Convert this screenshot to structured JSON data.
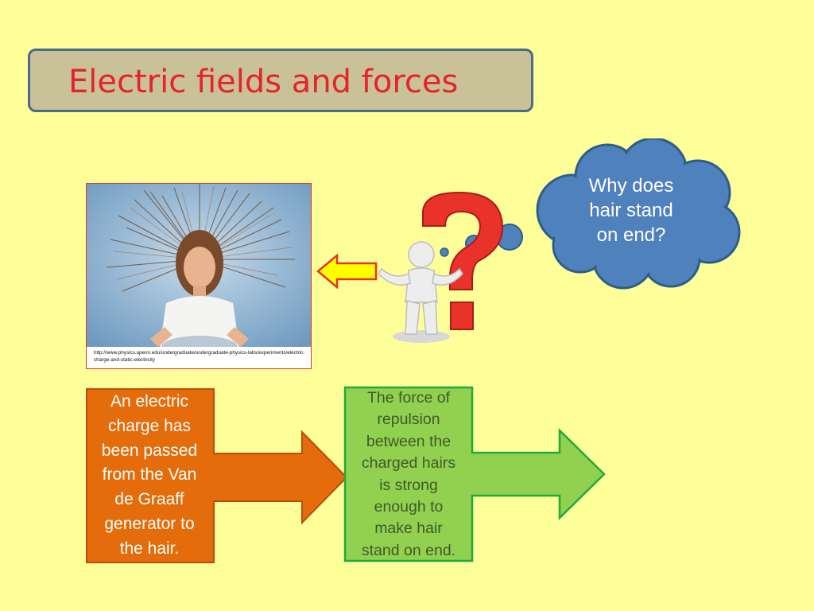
{
  "slide": {
    "title": "Electric fields and forces"
  },
  "photo": {
    "subject": "girl with hair standing on end touching Van de Graaff generator",
    "caption": "http://www.physics.upenn.edu/undergraduate/undergraduate-physics-labs/experiments/electric-charge-and-static-electricity"
  },
  "thought_bubble": {
    "lines": [
      "Why does",
      "hair stand",
      "on end?"
    ],
    "color": "#4F81BD"
  },
  "figure": {
    "icon": "question-mark-person-icon",
    "question_mark_color": "#E8322A"
  },
  "pointer_arrow": {
    "icon": "arrow-left-icon",
    "color": "#FFFF00"
  },
  "flow": {
    "step1": {
      "lines": [
        "An electric",
        "charge has",
        "been passed",
        "from the Van",
        "de Graaff",
        "generator to",
        "the hair."
      ],
      "color": "#E46C0A"
    },
    "step2": {
      "lines": [
        "The force of",
        "repulsion",
        "between the",
        "charged hairs",
        "is strong",
        "enough to",
        "make hair",
        "stand on end."
      ],
      "color": "#92D050"
    }
  }
}
